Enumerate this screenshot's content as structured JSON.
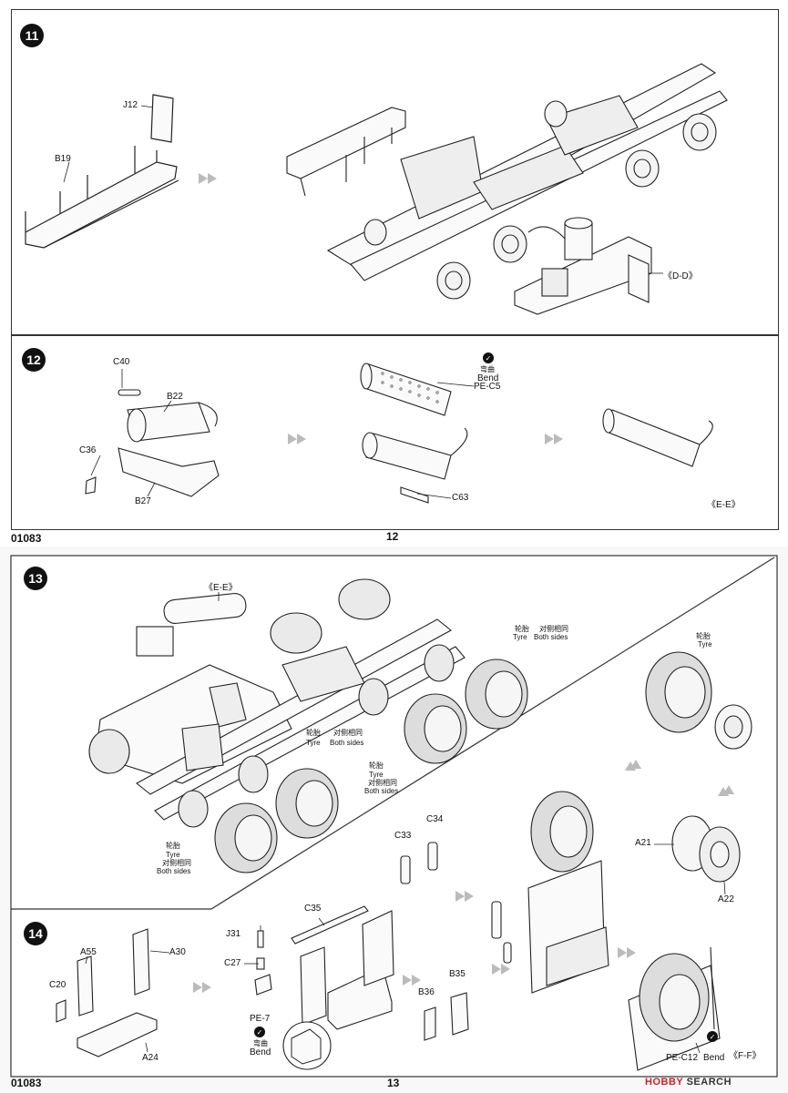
{
  "page12": {
    "code": "01083",
    "number": "12",
    "step11": {
      "badge": "11",
      "parts": {
        "j12": "J12",
        "b19": "B19"
      },
      "ref": "《D-D》"
    },
    "step12": {
      "badge": "12",
      "parts": {
        "c40": "C40",
        "b22": "B22",
        "c36": "C36",
        "b27": "B27",
        "pec5": "PE-C5",
        "c63": "C63"
      },
      "bend_cn": "弯曲",
      "bend": "Bend",
      "ref": "《E-E》"
    }
  },
  "page13": {
    "code": "01083",
    "number": "13",
    "step13": {
      "badge": "13",
      "ref": "《E-E》",
      "tyre_cn": "轮胎",
      "tyre": "Tyre",
      "both_cn": "对侧相同",
      "both": "Both sides",
      "parts": {
        "c33": "C33",
        "c34": "C34",
        "a21": "A21",
        "a22": "A22"
      }
    },
    "step14": {
      "badge": "14",
      "parts": {
        "a55": "A55",
        "a30": "A30",
        "c20": "C20",
        "a24": "A24",
        "j31": "J31",
        "c27": "C27",
        "pe7": "PE-7",
        "c35": "C35",
        "b35": "B35",
        "b36": "B36",
        "pec12": "PE-C12"
      },
      "bend_cn": "弯曲",
      "bend": "Bend",
      "ref": "《F-F》"
    }
  },
  "watermark": {
    "brand": "HOBBY",
    "suffix": "SEARCH"
  }
}
